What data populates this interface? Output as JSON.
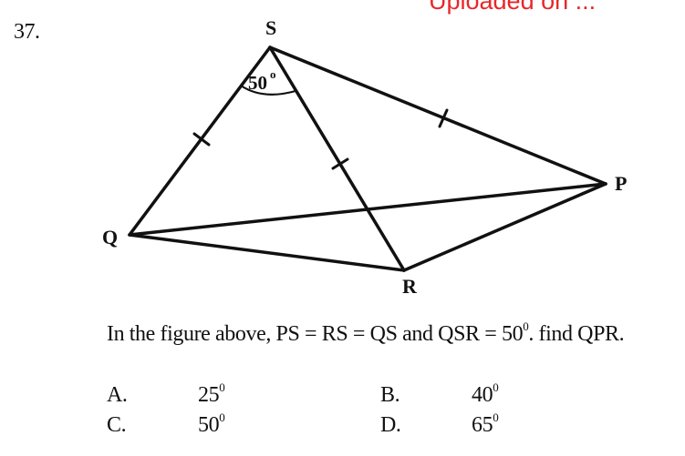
{
  "watermark": "Uploaded on ...",
  "question_number": "37.",
  "figure": {
    "vertices": {
      "S": "S",
      "P": "P",
      "Q": "Q",
      "R": "R"
    },
    "angle_value": "50",
    "angle_unit": "o"
  },
  "question": {
    "text_part1": "In the figure above, PS = RS = QS and QSR = 50",
    "degree_mark": "0",
    "text_part2": ". find QPR."
  },
  "options": [
    {
      "letter": "A.",
      "value": "25",
      "sup": "0"
    },
    {
      "letter": "B.",
      "value": "40",
      "sup": "0"
    },
    {
      "letter": "C.",
      "value": "50",
      "sup": "0"
    },
    {
      "letter": "D.",
      "value": "65",
      "sup": "0"
    }
  ]
}
